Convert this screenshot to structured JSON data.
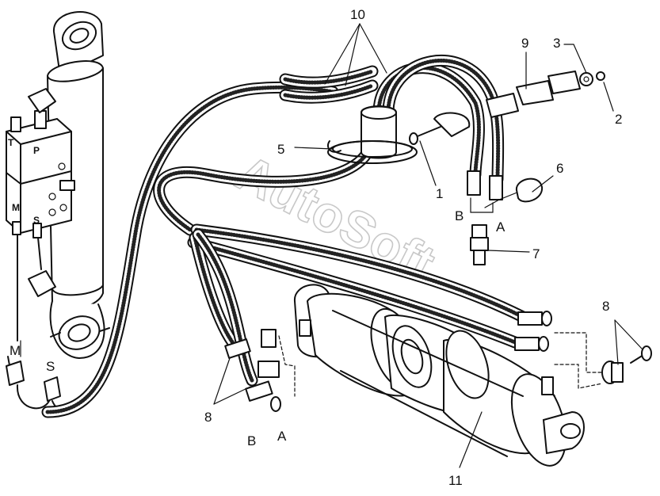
{
  "watermark": "AutoSoft",
  "callouts": {
    "c1": "1",
    "c2": "2",
    "c3": "3",
    "c5": "5",
    "c6": "6",
    "c7": "7",
    "c8a": "8",
    "c8b": "8",
    "c9": "9",
    "c10": "10",
    "c11": "11"
  },
  "ports": {
    "valve_t": "T",
    "valve_p": "P",
    "valve_m": "M",
    "valve_s": "S",
    "left_m": "M",
    "left_s": "S",
    "top_b": "B",
    "top_a": "A",
    "bot_b": "B",
    "bot_a": "A"
  }
}
